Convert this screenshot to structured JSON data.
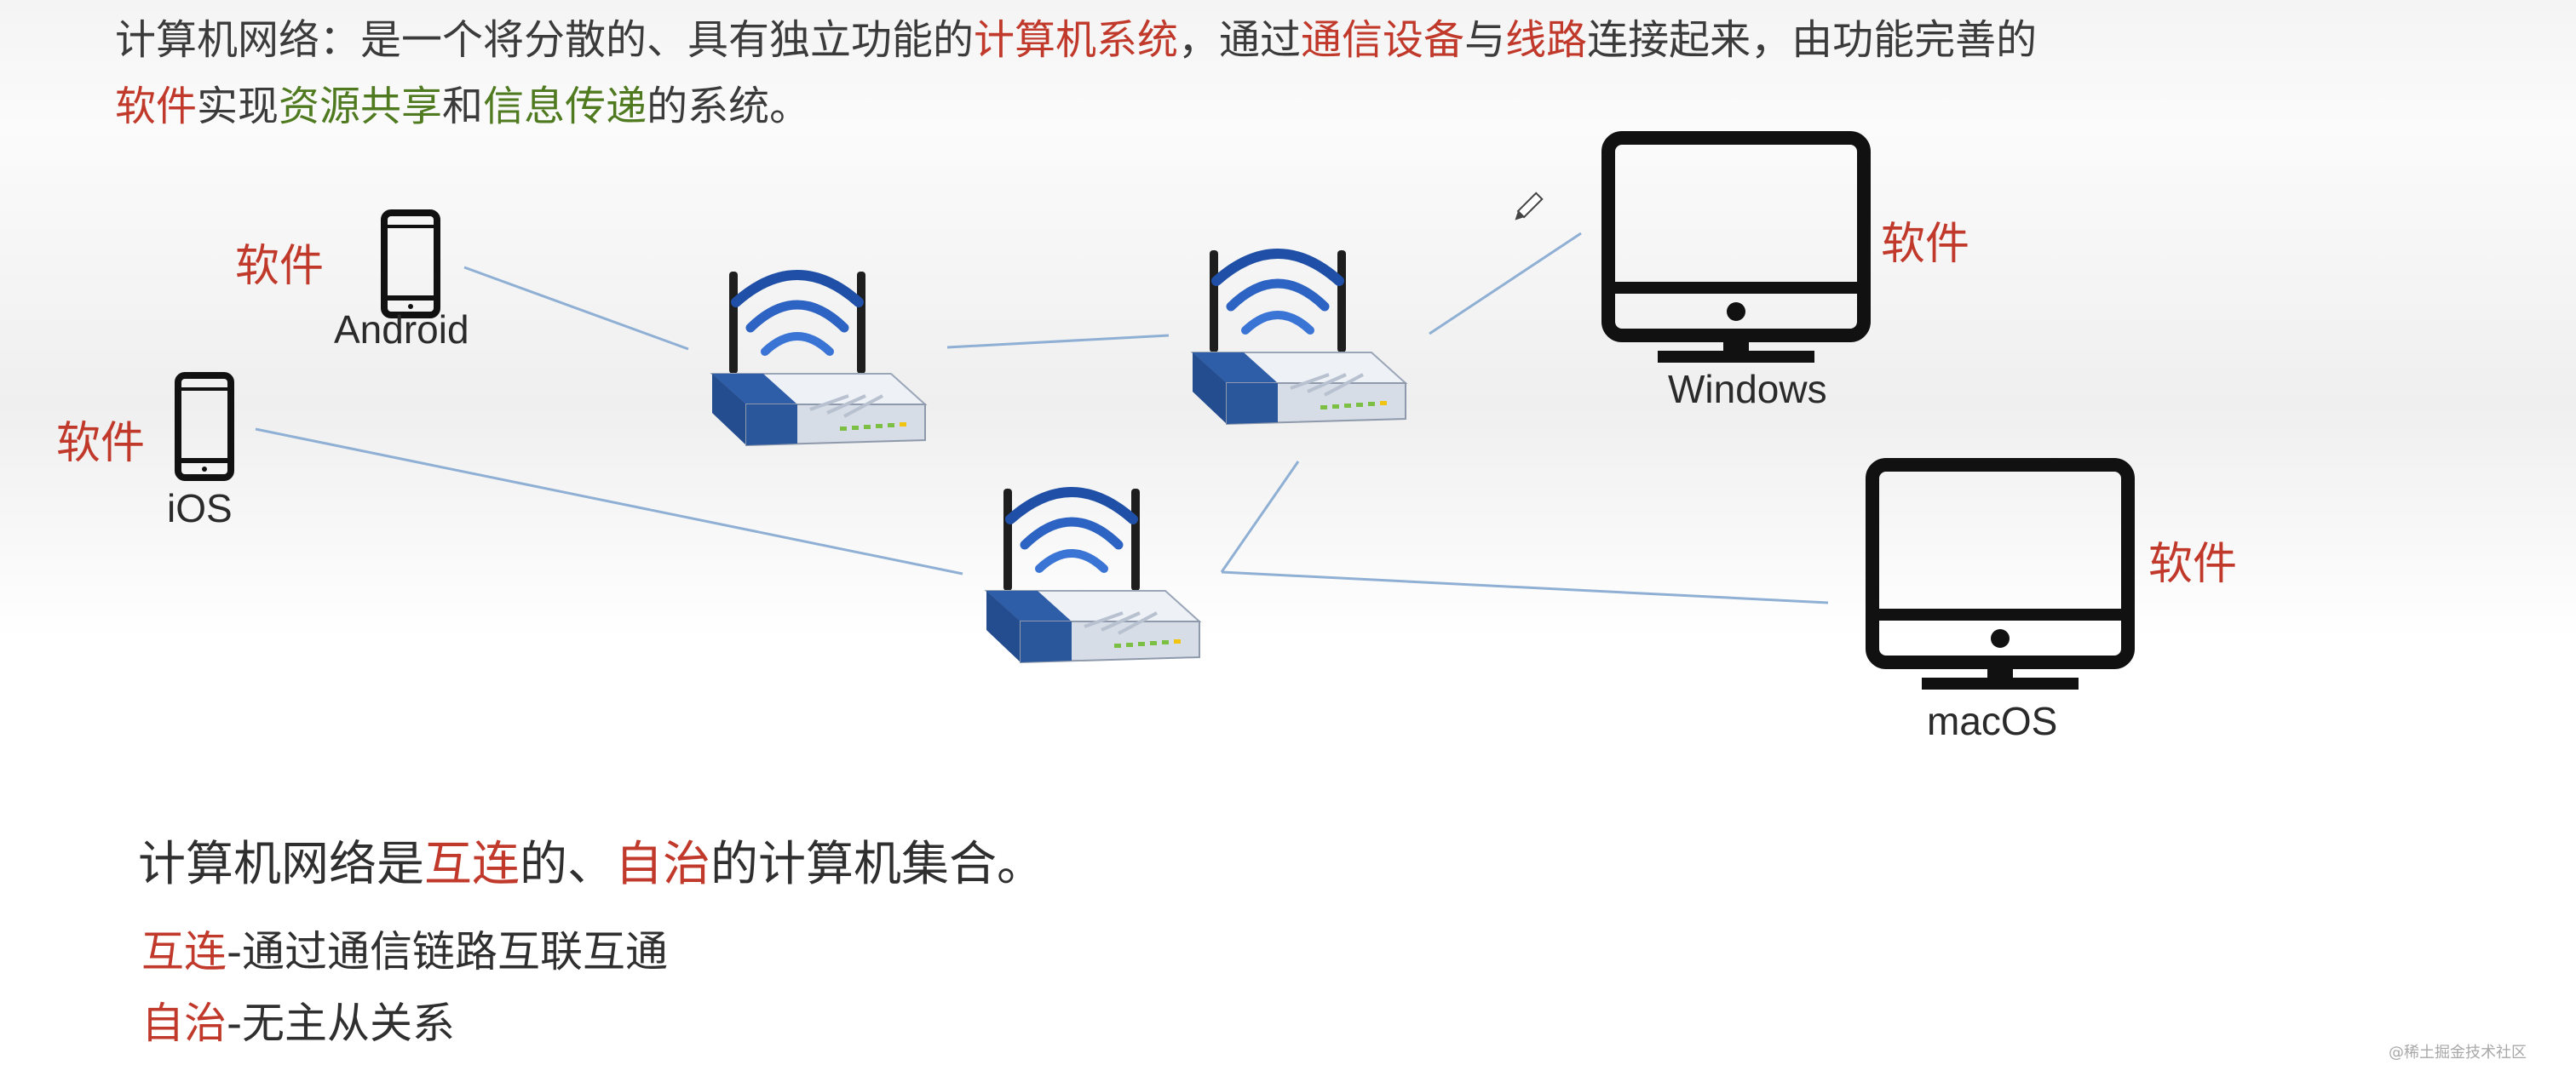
{
  "definition": {
    "line1": [
      {
        "text": "计算机网络：是一个将分散的、具有独立功能的",
        "color": "normal"
      },
      {
        "text": "计算机系统",
        "color": "red"
      },
      {
        "text": "，通过",
        "color": "normal"
      },
      {
        "text": "通信设备",
        "color": "red"
      },
      {
        "text": "与",
        "color": "normal"
      },
      {
        "text": "线路",
        "color": "red"
      },
      {
        "text": "连接起来，由功能完善的",
        "color": "normal"
      }
    ],
    "line2": [
      {
        "text": "软件",
        "color": "red"
      },
      {
        "text": "实现",
        "color": "normal"
      },
      {
        "text": "资源共享",
        "color": "green"
      },
      {
        "text": "和",
        "color": "normal"
      },
      {
        "text": "信息传递",
        "color": "green"
      },
      {
        "text": "的系统。",
        "color": "normal"
      }
    ]
  },
  "devices": {
    "android": {
      "os_label": "Android",
      "software_label": "软件"
    },
    "ios": {
      "os_label": "iOS",
      "software_label": "软件"
    },
    "windows": {
      "os_label": "Windows",
      "software_label": "软件"
    },
    "macos": {
      "os_label": "macOS",
      "software_label": "软件"
    }
  },
  "summary": {
    "line": [
      {
        "text": "计算机网络是",
        "color": "normal"
      },
      {
        "text": "互连",
        "color": "red"
      },
      {
        "text": "的、",
        "color": "normal"
      },
      {
        "text": "自治",
        "color": "red"
      },
      {
        "text": "的计算机集合。",
        "color": "normal"
      }
    ],
    "interconnect": {
      "term": "互连",
      "desc": "-通过通信链路互联互通"
    },
    "autonomous": {
      "term": "自治",
      "desc": "-无主从关系"
    }
  },
  "watermark": "@稀土掘金技术社区",
  "colors": {
    "red": "#c0392b",
    "green": "#4f7a1f",
    "link": "#8fb0d4",
    "router_blue": "#2f5ea8"
  },
  "icons": [
    "smartphone-icon",
    "monitor-icon",
    "wifi-router-icon",
    "pencil-cursor-icon"
  ]
}
